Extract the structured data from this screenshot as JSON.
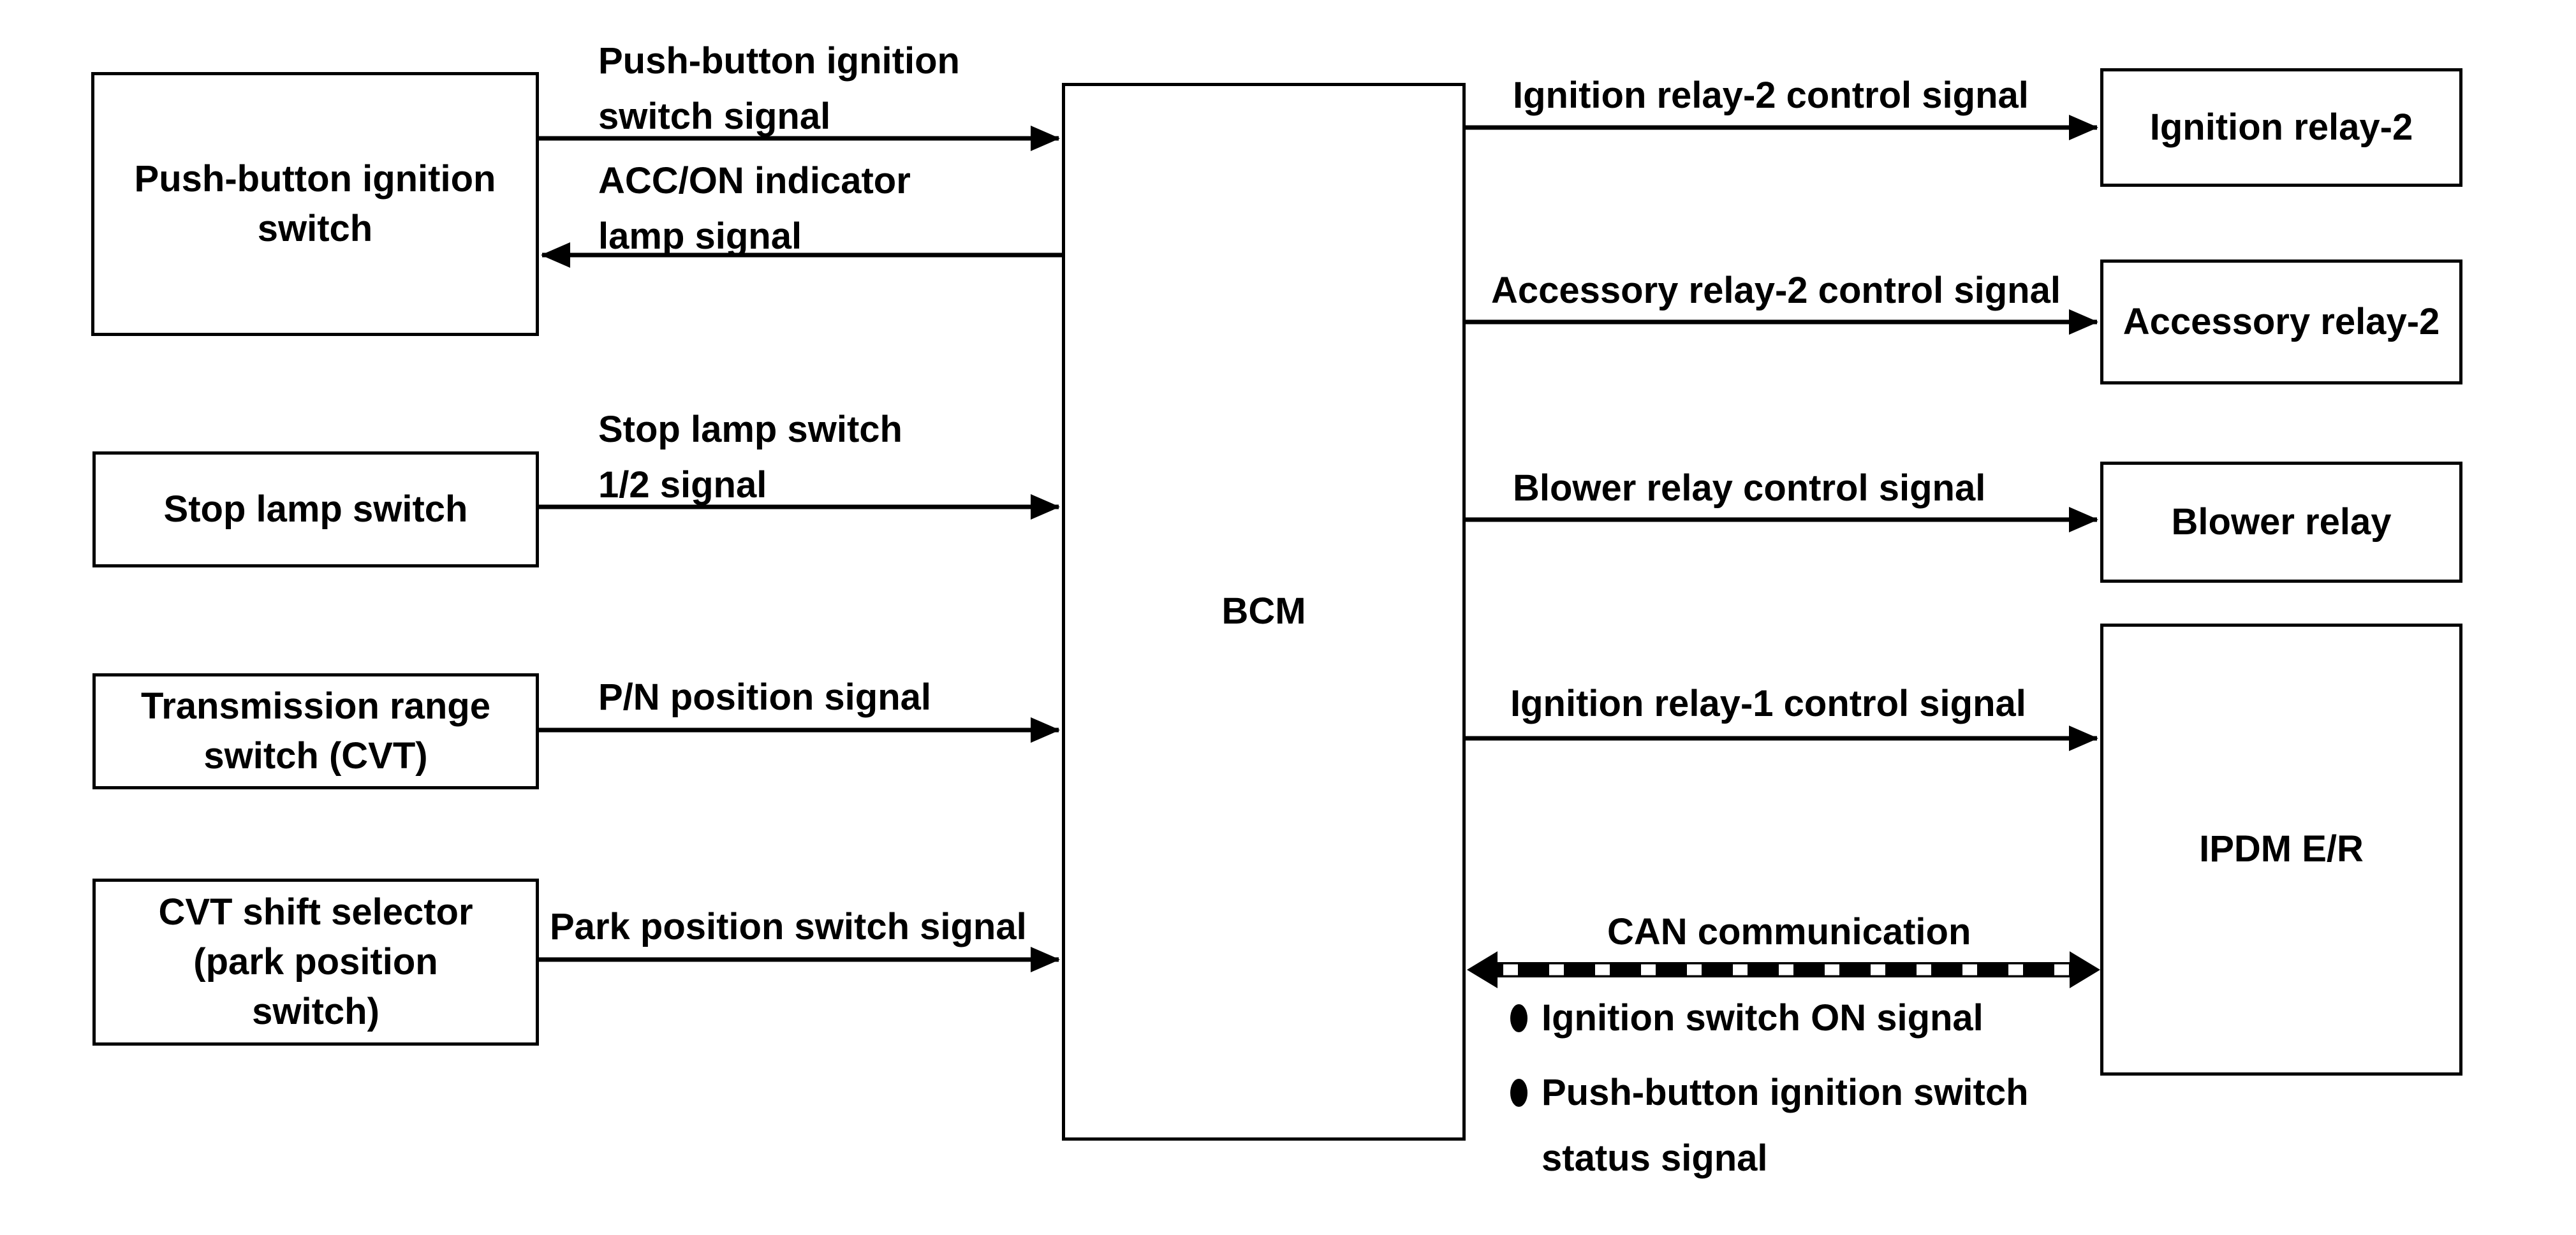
{
  "page": {
    "background": "#ffffff",
    "line_color": "#000000"
  },
  "boxes": {
    "push_button": {
      "label": "Push-button ignition\nswitch"
    },
    "stop_lamp": {
      "label": "Stop lamp switch"
    },
    "trans_range": {
      "label": "Transmission range\nswitch (CVT)"
    },
    "cvt_shift": {
      "label": "CVT shift selector\n(park position\nswitch)"
    },
    "bcm": {
      "label": "BCM"
    },
    "ignition_relay2": {
      "label": "Ignition relay-2"
    },
    "accessory_relay2": {
      "label": "Accessory relay-2"
    },
    "blower_relay": {
      "label": "Blower relay"
    },
    "ipdm": {
      "label": "IPDM E/R"
    }
  },
  "signals": {
    "push_button_switch": "Push-button ignition\nswitch signal",
    "acc_on_indicator": "ACC/ON indicator\nlamp signal",
    "stop_lamp": "Stop lamp switch\n1/2 signal",
    "pn_position": "P/N position signal",
    "park_position": "Park position switch signal",
    "ignition_relay2": "Ignition relay-2 control signal",
    "accessory_relay2": "Accessory relay-2 control signal",
    "blower_relay": "Blower relay control signal",
    "ignition_relay1": "Ignition relay-1 control signal",
    "can": {
      "label": "CAN communication",
      "bullets": [
        "Ignition switch ON signal",
        "Push-button ignition switch\nstatus signal"
      ]
    }
  }
}
